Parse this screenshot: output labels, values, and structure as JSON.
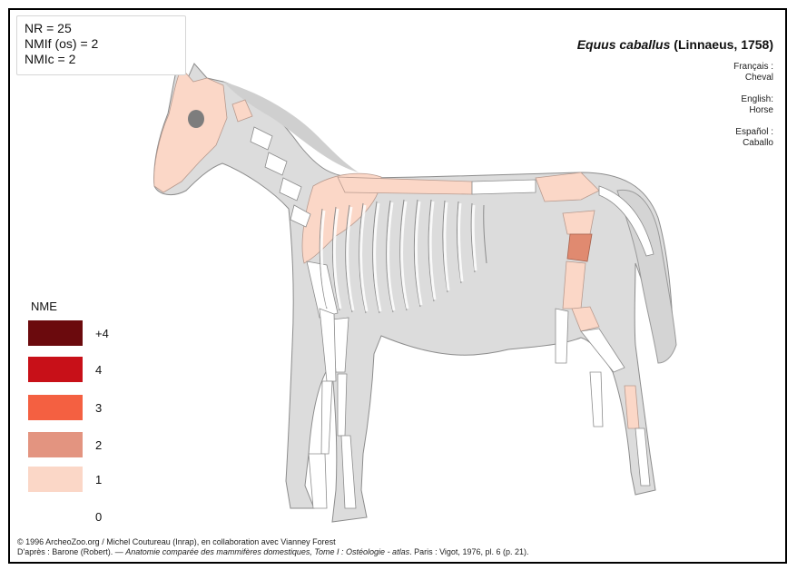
{
  "stats": {
    "nr": "NR = 25",
    "nmif": "NMIf (os) = 2",
    "nmic": "NMIc = 2"
  },
  "title": {
    "species": "Equus caballus",
    "authority": "(Linnaeus, 1758)"
  },
  "common_names": [
    {
      "lang": "Français :",
      "name": "Cheval"
    },
    {
      "lang": "English:",
      "name": "Horse"
    },
    {
      "lang": "Español :",
      "name": "Caballo"
    }
  ],
  "legend": {
    "title": "NME",
    "items": [
      {
        "label": "+4",
        "color": "#6b0a0d"
      },
      {
        "label": "4",
        "color": "#c81018"
      },
      {
        "label": "3",
        "color": "#f46041"
      },
      {
        "label": "2",
        "color": "#e39480"
      },
      {
        "label": "1",
        "color": "#fbd7c7"
      },
      {
        "label": "0",
        "color": "#ffffff"
      }
    ]
  },
  "colors": {
    "body": "#dcdcdc",
    "bone": "#ffffff",
    "outline": "#8c8c8c"
  },
  "credits": {
    "line1": "© 1996 ArcheoZoo.org / Michel Coutureau (Inrap), en collaboration avec Vianney Forest",
    "line2_prefix": "D'après : Barone (Robert). — ",
    "line2_italic": "Anatomie comparée des mammifères domestiques, Tome I : Ostéologie - atlas",
    "line2_suffix": ". Paris : Vigot, 1976, pl. 6 (p. 21)."
  }
}
